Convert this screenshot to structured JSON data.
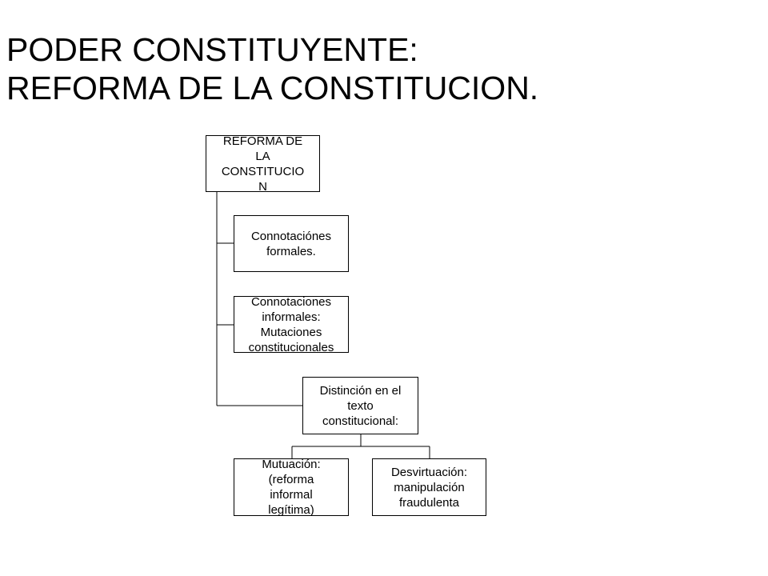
{
  "title": {
    "line1": "PODER CONSTITUYENTE:",
    "line2": "REFORMA DE LA CONSTITUCION."
  },
  "diagram": {
    "root": "REFORMA DE\nLA\nCONSTITUCIO\nN",
    "formales": "Connotaciónes\nformales.",
    "informales": "Connotaciones\ninformales:\nMutaciones\nconstitucionales",
    "distincion": "Distinción en el\ntexto\nconstitucional:",
    "mutuacion": "Mutuación:\n(reforma\ninformal\nlegítima)",
    "desvirtuacion": "Desvirtuación:\nmanipulación\nfraudulenta"
  }
}
